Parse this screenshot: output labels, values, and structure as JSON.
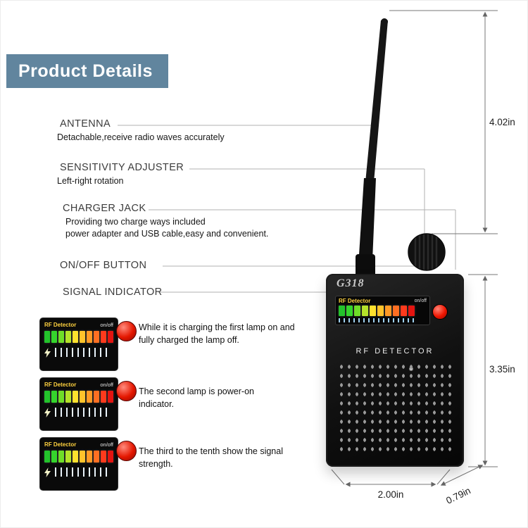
{
  "banner": {
    "title": "Product Details",
    "accent_color": "#61859e"
  },
  "callouts": [
    {
      "title": "ANTENNA",
      "desc": "Detachable,receive radio waves accurately"
    },
    {
      "title": "SENSITIVITY ADJUSTER",
      "desc": "Left-right rotation"
    },
    {
      "title": "CHARGER JACK",
      "desc_lines": [
        "Providing two charge ways included",
        "power adapter and USB cable,easy and convenient."
      ]
    },
    {
      "title": "ON/OFF BUTTON"
    },
    {
      "title": "SIGNAL INDICATOR"
    }
  ],
  "device": {
    "model": "G318",
    "display_label": "RF Detector",
    "onoff_label": "on/off",
    "front_label": "RF DETECTOR",
    "led_colors": [
      "#23c32b",
      "#35d42c",
      "#6fdd28",
      "#b5e22a",
      "#ffe12e",
      "#ffc32b",
      "#ff9a26",
      "#ff6f22",
      "#ff3a1c",
      "#e31410"
    ]
  },
  "panels": [
    {
      "label": "RF Detector",
      "onoff": "on/off",
      "led_colors": [
        "#23c32b",
        "#35d42c",
        "#6fdd28",
        "#b5e22a",
        "#ffe12e",
        "#ffc32b",
        "#ff9a26",
        "#ff6f22",
        "#ff3a1c",
        "#e31410"
      ],
      "caption": "While it is charging the first lamp on and fully charged the lamp off."
    },
    {
      "label": "RF Detector",
      "onoff": "on/off",
      "led_colors": [
        "#23c32b",
        "#35d42c",
        "#6fdd28",
        "#b5e22a",
        "#ffe12e",
        "#ffc32b",
        "#ff9a26",
        "#ff6f22",
        "#ff3a1c",
        "#e31410"
      ],
      "caption": "The second lamp is power-on indicator."
    },
    {
      "label": "RF Detector",
      "onoff": "on/off",
      "led_colors": [
        "#23c32b",
        "#35d42c",
        "#6fdd28",
        "#b5e22a",
        "#ffe12e",
        "#ffc32b",
        "#ff9a26",
        "#ff6f22",
        "#ff3a1c",
        "#e31410"
      ],
      "caption": "The third to the tenth show the signal strength."
    }
  ],
  "dimensions": {
    "overall_height": "4.02in",
    "body_height": "3.35in",
    "body_width": "2.00in",
    "body_depth": "0.79in"
  }
}
